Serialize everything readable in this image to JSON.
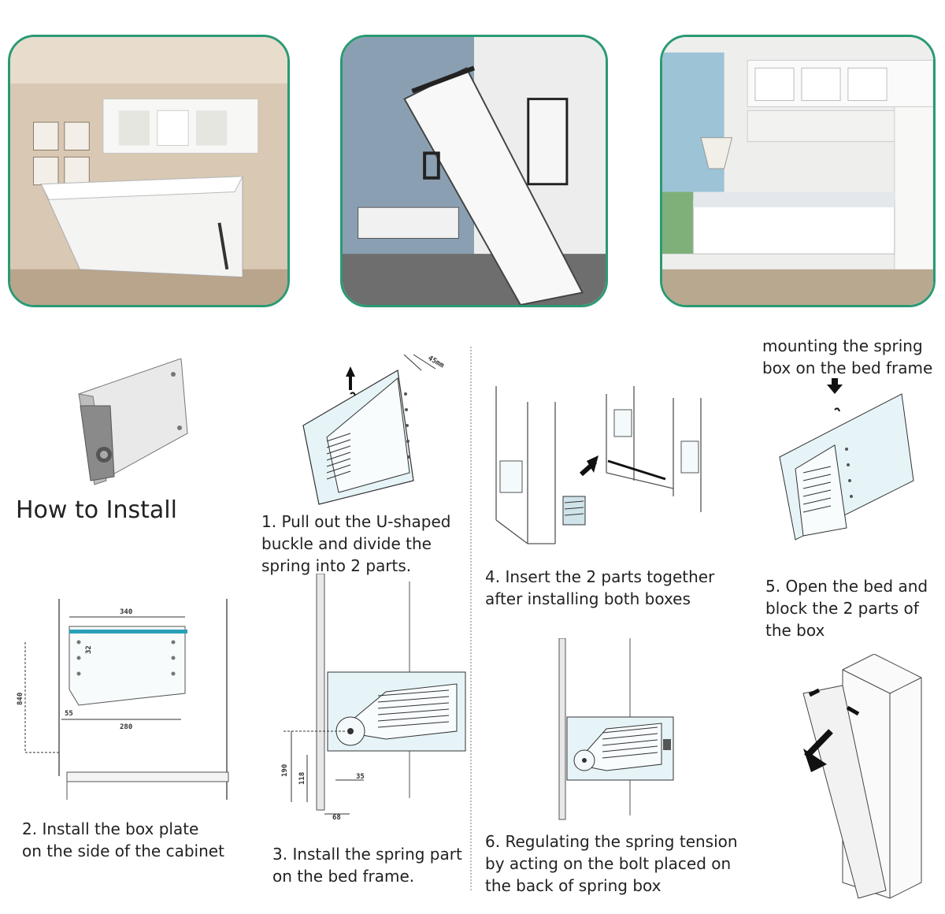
{
  "title": "How to Install",
  "steps": {
    "s1": "1. Pull out the U-shaped\n buckle and divide the\nspring into 2 parts.",
    "s2": "2. Install the box plate\non the side of the cabinet",
    "s3": "3. Install the spring part\n on the bed frame.",
    "s4": "4. Insert the 2 parts together\nafter installing both boxes",
    "s5": "5. Open the bed and\n block the 2 parts of\n the box",
    "s6": "6. Regulating the spring tension\nby acting on the bolt placed on\nthe back of spring box",
    "mount": "mounting the spring\nbox on the bed frame"
  },
  "dimensions": {
    "d340": "340",
    "d32": "32",
    "d840": "840",
    "d55": "55",
    "d280": "280",
    "d45": "45mm",
    "d190": "190",
    "d118": "118",
    "d35": "35",
    "d68": "68"
  },
  "colors": {
    "photo_border": "#2a9a72",
    "accent_line": "#2aa0b8",
    "diagram_fill": "#e6f4f8"
  }
}
